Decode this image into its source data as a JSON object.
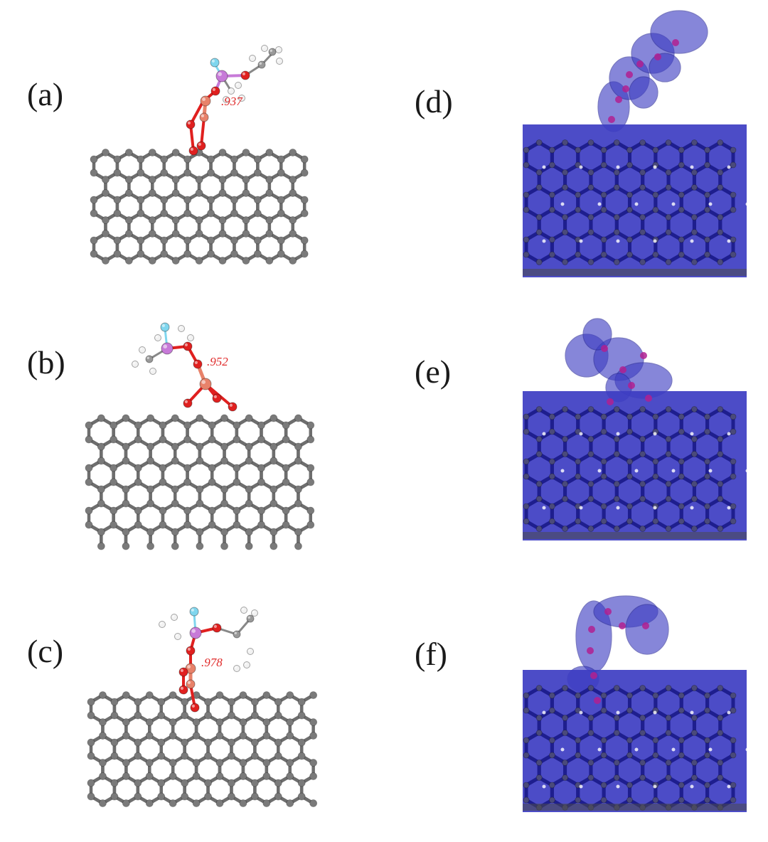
{
  "panels": [
    {
      "label": "(a)",
      "bond_length": ".937",
      "style": "ball-stick"
    },
    {
      "label": "(b)",
      "bond_length": ".952",
      "style": "ball-stick"
    },
    {
      "label": "(c)",
      "bond_length": ".978",
      "style": "ball-stick"
    },
    {
      "label": "(d)",
      "bond_length": "",
      "style": "density-surface"
    },
    {
      "label": "(e)",
      "bond_length": "",
      "style": "density-surface"
    },
    {
      "label": "(f)",
      "bond_length": "",
      "style": "density-surface"
    }
  ],
  "colors": {
    "carbon": "#6e6e6e",
    "oxygen": "#e0201f",
    "copper": "#e8826a",
    "phosphorus": "#c77ad8",
    "fluorine": "#7fd6ee",
    "hydrogen": "#f2f2f2",
    "surface": "#3d3dc2",
    "surface_atom": "#b02090"
  }
}
